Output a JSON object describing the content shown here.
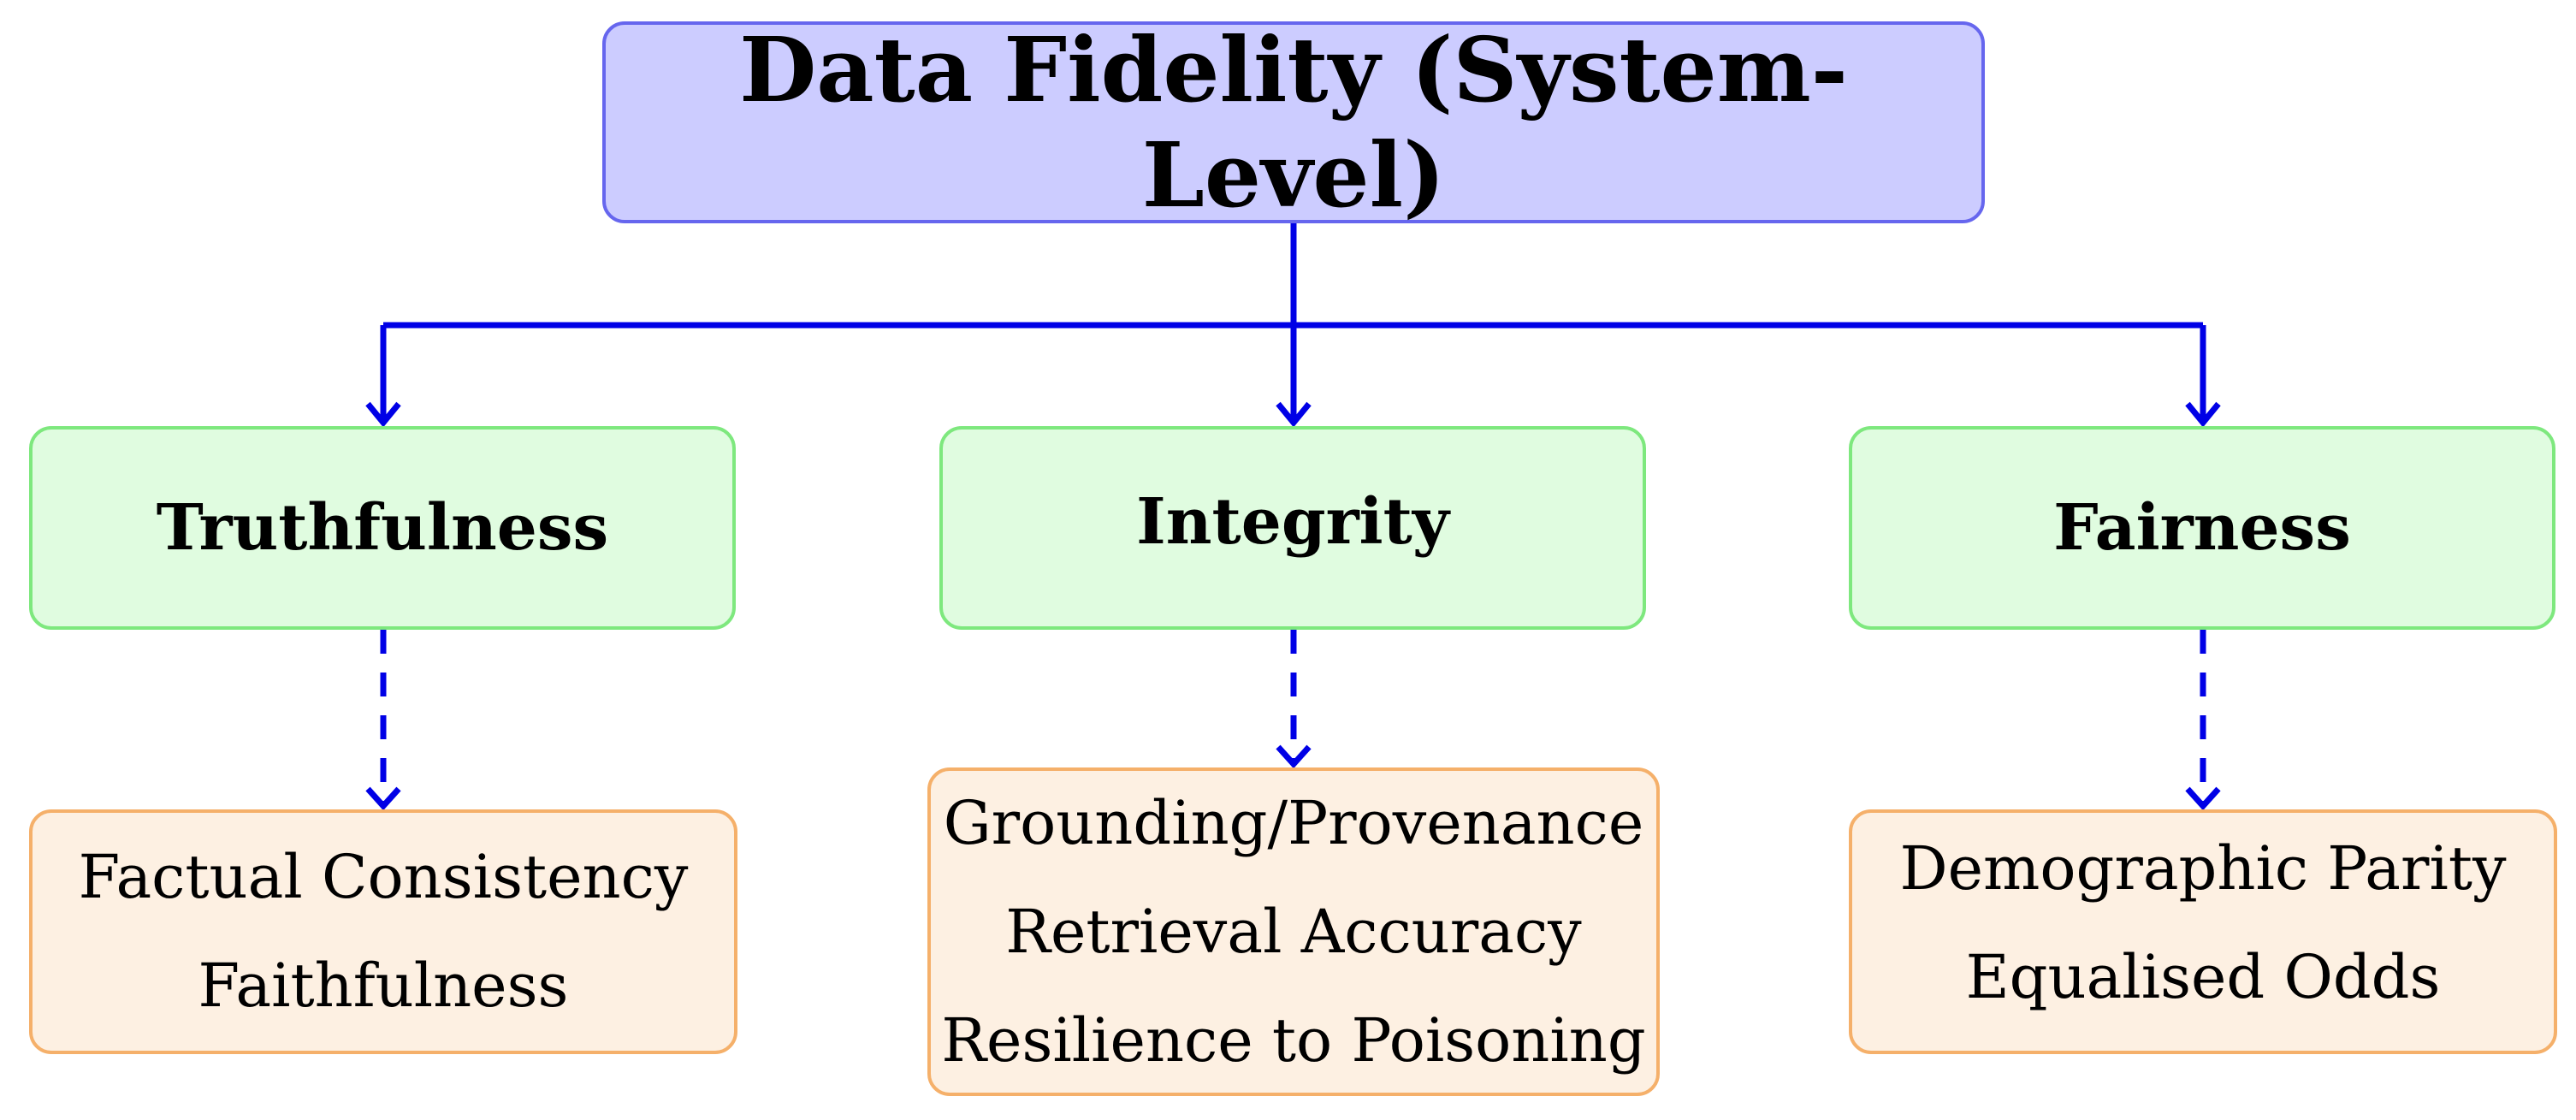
{
  "root": {
    "title": "Data Fidelity (System-Level)"
  },
  "categories": [
    {
      "label": "Truthfulness",
      "items": [
        "Factual Consistency",
        "Faithfulness"
      ]
    },
    {
      "label": "Integrity",
      "items": [
        "Grounding/Provenance",
        "Retrieval Accuracy",
        "Resilience to Poisoning"
      ]
    },
    {
      "label": "Fairness",
      "items": [
        "Demographic Parity",
        "Equalised Odds"
      ]
    }
  ],
  "colors": {
    "connector": "#0000e6",
    "root_fill": "#ccccff",
    "root_border": "#6666ee",
    "category_fill": "#e0fce0",
    "category_border": "#7ee87e",
    "item_fill": "#fdf0e2",
    "item_border": "#f5b06a"
  }
}
